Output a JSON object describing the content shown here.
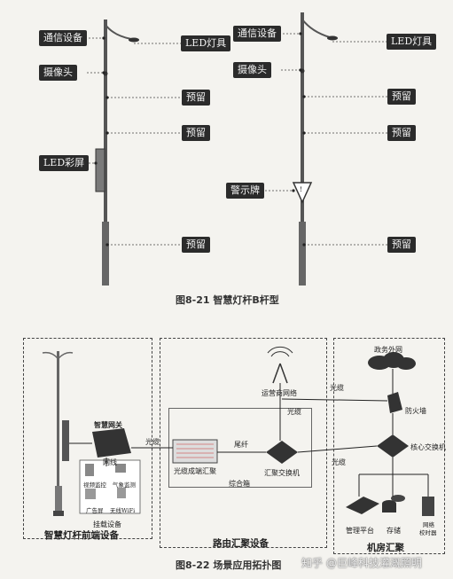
{
  "fig21": {
    "poles": [
      {
        "comm": "通信设备",
        "camera": "摄像头",
        "led_lamp": "LED灯具",
        "reserved1": "预留",
        "reserved2": "预留",
        "led_screen": "LED彩屏",
        "reserved3": "预留"
      },
      {
        "comm": "通信设备",
        "camera": "摄像头",
        "led_lamp": "LED灯具",
        "reserved1": "预留",
        "reserved2": "预留",
        "warning": "警示牌",
        "reserved3": "预留"
      }
    ],
    "caption": "图8-21   智慧灯杆B杆型"
  },
  "fig22": {
    "box_front": "智慧灯杆前端设备",
    "box_route": "路由汇聚设备",
    "box_room": "机房汇聚",
    "gateway": "智慧网关",
    "net_line": "网线",
    "devices": [
      "视频监控",
      "气象监测",
      "广告屏",
      "无线WiFi"
    ],
    "mount": "挂载设备",
    "optical1": "光缆",
    "odf": "光缆成端汇聚",
    "pigtail": "尾纤",
    "switch": "汇聚交换机",
    "cabinet": "综合箱",
    "carrier": "运营商网络",
    "optical2": "光缆",
    "optical3": "光缆",
    "optical4": "光缆",
    "gov_net": "政务外网",
    "firewall": "防火墙",
    "core_switch": "核心交换机",
    "mgmt": "管理平台",
    "storage": "存储",
    "ntp1": "网络",
    "ntp2": "校时器",
    "caption": "图8-22   场景应用拓扑图"
  },
  "watermark": "知乎 @巨峰科技灌溉照明"
}
